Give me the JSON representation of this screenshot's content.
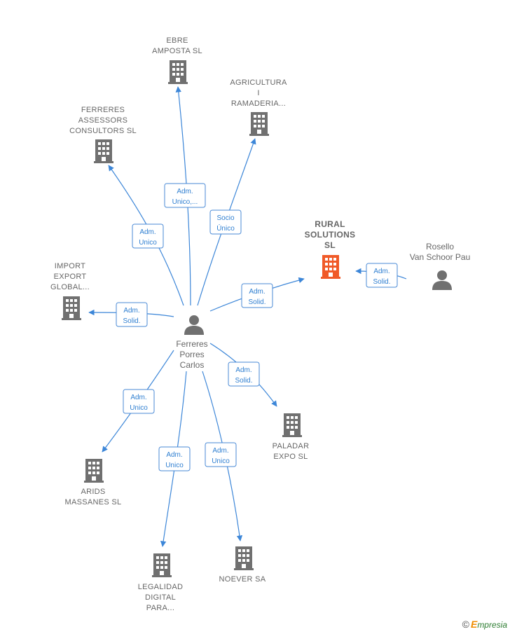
{
  "colors": {
    "edge": "#3c86d8",
    "building": "#707070",
    "building_highlight": "#f05a28",
    "person": "#707070"
  },
  "companies": [
    {
      "id": "ebre",
      "lines": [
        "EBRE",
        "AMPOSTA SL"
      ],
      "highlight": false
    },
    {
      "id": "agricultura",
      "lines": [
        "AGRICULTURA",
        "I",
        "RAMADERIA..."
      ],
      "highlight": false
    },
    {
      "id": "ferreres-assessors",
      "lines": [
        "FERRERES",
        "ASSESSORS",
        "CONSULTORS SL"
      ],
      "highlight": false
    },
    {
      "id": "rural",
      "lines": [
        "RURAL",
        "SOLUTIONS",
        "SL"
      ],
      "highlight": true
    },
    {
      "id": "import",
      "lines": [
        "IMPORT",
        "EXPORT",
        "GLOBAL..."
      ],
      "highlight": false
    },
    {
      "id": "paladar",
      "lines": [
        "PALADAR",
        "EXPO  SL"
      ],
      "highlight": false
    },
    {
      "id": "arids",
      "lines": [
        "ARIDS",
        "MASSANES  SL"
      ],
      "highlight": false
    },
    {
      "id": "legalidad",
      "lines": [
        "LEGALIDAD",
        "DIGITAL",
        "PARA..."
      ],
      "highlight": false
    },
    {
      "id": "noever",
      "lines": [
        "NOEVER SA"
      ],
      "highlight": false
    }
  ],
  "persons": [
    {
      "id": "ferreres-porres",
      "lines": [
        "Ferreres",
        "Porres",
        "Carlos"
      ]
    },
    {
      "id": "rosello",
      "lines": [
        "Rosello",
        "Van Schoor Pau"
      ]
    }
  ],
  "edges": [
    {
      "from": "ferreres-porres",
      "to": "ebre",
      "label": [
        "Adm.",
        "Unico,..."
      ]
    },
    {
      "from": "ferreres-porres",
      "to": "agricultura",
      "label": [
        "Socio",
        "Único"
      ]
    },
    {
      "from": "ferreres-porres",
      "to": "ferreres-assessors",
      "label": [
        "Adm.",
        "Unico"
      ]
    },
    {
      "from": "ferreres-porres",
      "to": "rural",
      "label": [
        "Adm.",
        "Solid."
      ]
    },
    {
      "from": "rosello",
      "to": "rural",
      "label": [
        "Adm.",
        "Solid."
      ]
    },
    {
      "from": "ferreres-porres",
      "to": "import",
      "label": [
        "Adm.",
        "Solid."
      ]
    },
    {
      "from": "ferreres-porres",
      "to": "paladar",
      "label": [
        "Adm.",
        "Solid."
      ]
    },
    {
      "from": "ferreres-porres",
      "to": "arids",
      "label": [
        "Adm.",
        "Unico"
      ]
    },
    {
      "from": "ferreres-porres",
      "to": "legalidad",
      "label": [
        "Adm.",
        "Unico"
      ]
    },
    {
      "from": "ferreres-porres",
      "to": "noever",
      "label": [
        "Adm.",
        "Unico"
      ]
    }
  ],
  "footer": {
    "copyright": "©",
    "brand_first": "E",
    "brand_rest": "mpresia"
  }
}
